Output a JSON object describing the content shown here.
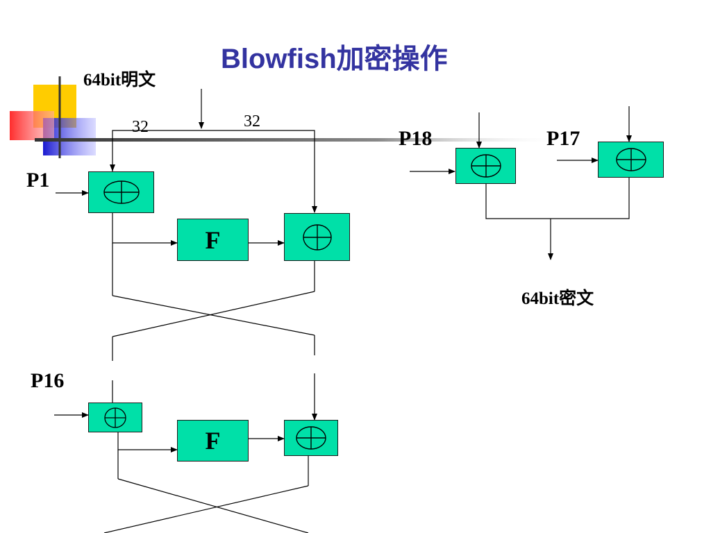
{
  "title": "Blowfish加密操作",
  "labels": {
    "plaintext": "64bit明文",
    "ciphertext": "64bit密文",
    "half_left": "32",
    "half_right": "32",
    "p1": "P1",
    "p16": "P16",
    "p17": "P17",
    "p18": "P18"
  },
  "function_box_label": "F",
  "colors": {
    "title": "#3333a0",
    "box_fill": "#00e0a8",
    "decor_yellow": "#ffcc00",
    "decor_red": "#ff3333",
    "decor_blue": "#2222dd"
  },
  "icons": {
    "xor": "circle-plus-icon"
  }
}
